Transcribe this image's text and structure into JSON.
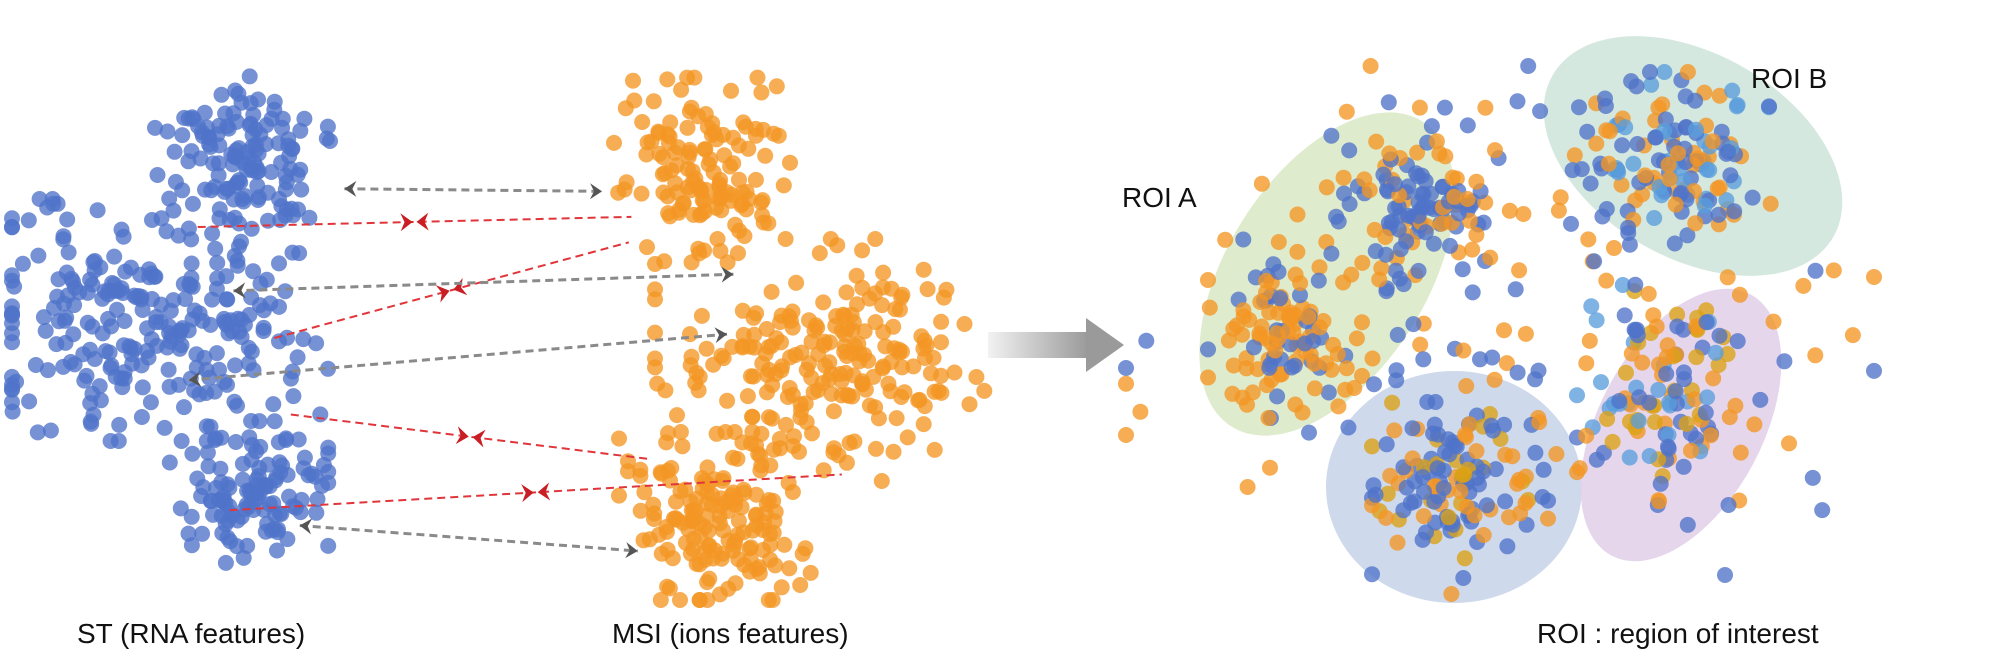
{
  "left_panel": {
    "st_label": "ST (RNA features)",
    "msi_label": "MSI (ions features)"
  },
  "right_panel": {
    "roi_a_label": "ROI  A",
    "roi_b_label": "ROI  B",
    "legend_note": "ROI : region of interest"
  },
  "colors": {
    "st_blue": "#4f73c9",
    "msi_orange": "#f39624",
    "light_blue": "#5a9edc",
    "gold": "#dba214",
    "roi_a_fill": "#dbe9c8",
    "roi_b_fill": "#cfe6dc",
    "roi_c_fill": "#c9d5ea",
    "roi_d_fill": "#e3d1ea",
    "match_arrow": "#8a8a8a",
    "mismatch_arrow": "#e0353a"
  }
}
